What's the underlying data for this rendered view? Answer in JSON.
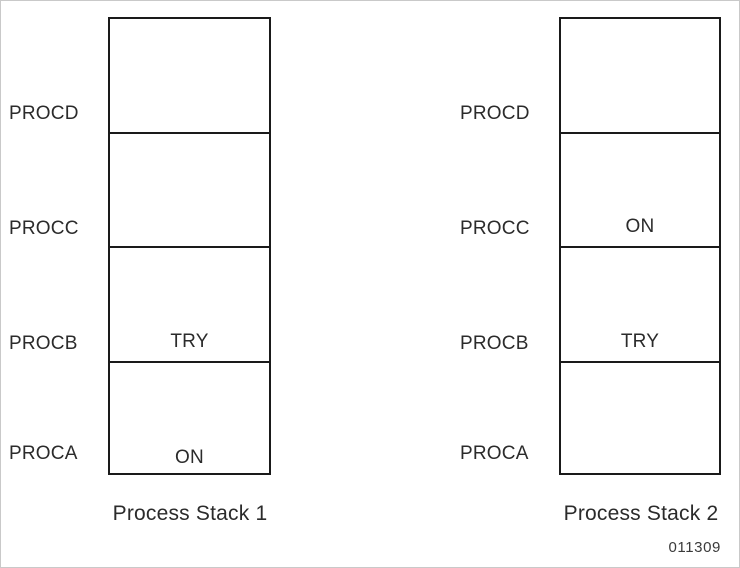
{
  "figure": {
    "id_label": "011309",
    "background_color": "#ffffff",
    "line_color": "#1a1a1a",
    "text_color": "#2b2b2b"
  },
  "row_labels": [
    "PROCD",
    "PROCC",
    "PROCB",
    "PROCA"
  ],
  "stacks": [
    {
      "caption": "Process Stack 1",
      "cells": [
        {
          "label": "PROCD",
          "value": ""
        },
        {
          "label": "PROCC",
          "value": ""
        },
        {
          "label": "PROCB",
          "value": "TRY"
        },
        {
          "label": "PROCA",
          "value": "ON"
        }
      ]
    },
    {
      "caption": "Process Stack 2",
      "cells": [
        {
          "label": "PROCD",
          "value": ""
        },
        {
          "label": "PROCC",
          "value": "ON"
        },
        {
          "label": "PROCB",
          "value": "TRY"
        },
        {
          "label": "PROCA",
          "value": ""
        }
      ]
    }
  ]
}
